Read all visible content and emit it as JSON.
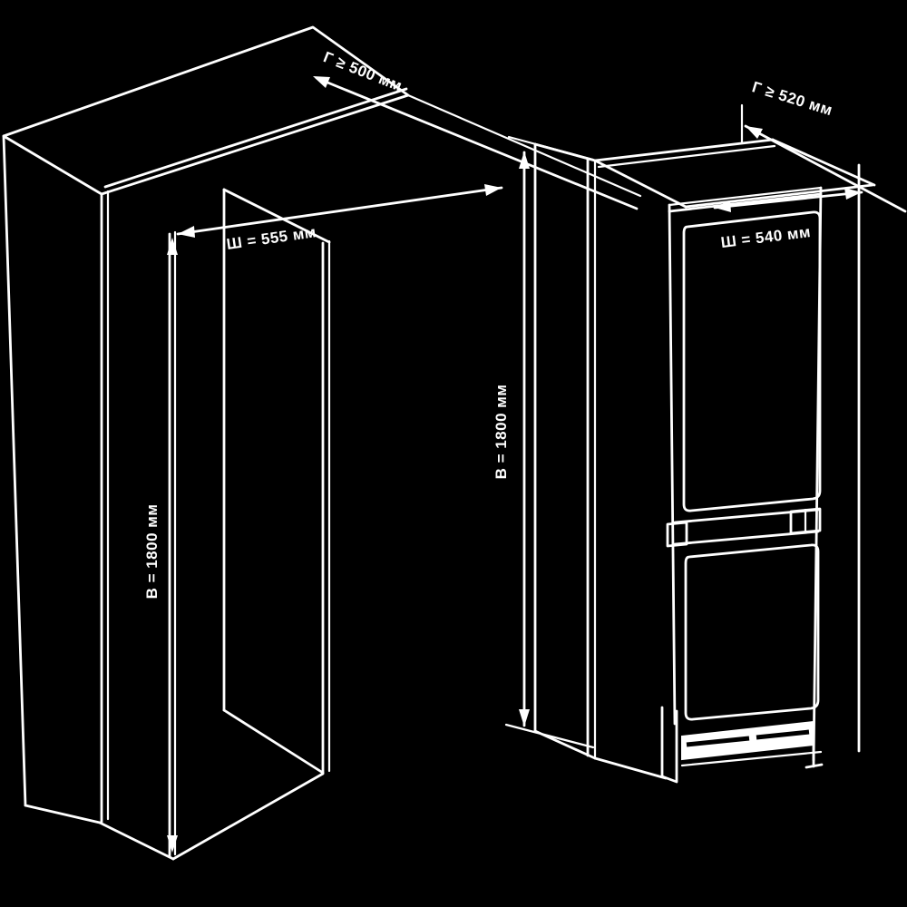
{
  "page": {
    "background_color": "#000000",
    "line_color": "#ffffff"
  },
  "left_diagram": {
    "subject": "cabinet-niche-dimensions",
    "depth_label": "Г ≥ 500 мм",
    "width_label": "Ш = 555 мм",
    "height_label": "В = 1800 мм"
  },
  "right_diagram": {
    "subject": "built-in-refrigerator-dimensions",
    "depth_label": "Г ≥ 520 мм",
    "width_label": "Ш = 540 мм",
    "height_label": "В = 1800 мм"
  }
}
